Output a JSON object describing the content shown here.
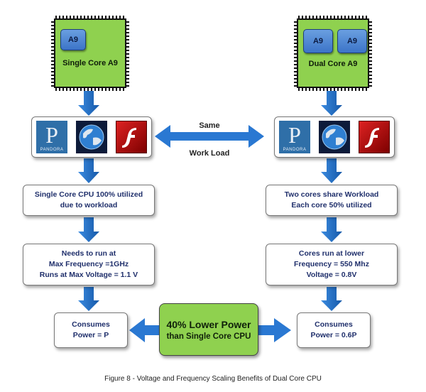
{
  "left": {
    "chip_label": "Single Core A9",
    "cores": [
      "A9"
    ],
    "step1": [
      "Single Core CPU 100% utilized",
      "due to workload"
    ],
    "step2": [
      "Needs to run at",
      "Max Frequency =1GHz",
      "Runs at Max Voltage = 1.1 V"
    ],
    "result": [
      "Consumes",
      "Power = P"
    ]
  },
  "right": {
    "chip_label": "Dual Core A9",
    "cores": [
      "A9",
      "A9"
    ],
    "step1": [
      "Two cores share Workload",
      "Each core 50% utilized"
    ],
    "step2": [
      "Cores  run at lower",
      "Frequency = 550 Mhz",
      "Voltage = 0.8V"
    ],
    "result": [
      "Consumes",
      "Power = 0.6P"
    ]
  },
  "center": {
    "same": "Same",
    "workload": "Work Load",
    "savings": [
      "40% Lower Power",
      "than Single Core CPU"
    ]
  },
  "icons": {
    "pandora_letter": "P",
    "pandora_word": "PANDORA"
  },
  "colors": {
    "chip_green": "#8fd14f",
    "arrow_blue": "#1f6fc4",
    "text_navy": "#1f2f6b"
  },
  "caption": "Figure 8 - Voltage and Frequency Scaling Benefits of Dual Core CPU"
}
